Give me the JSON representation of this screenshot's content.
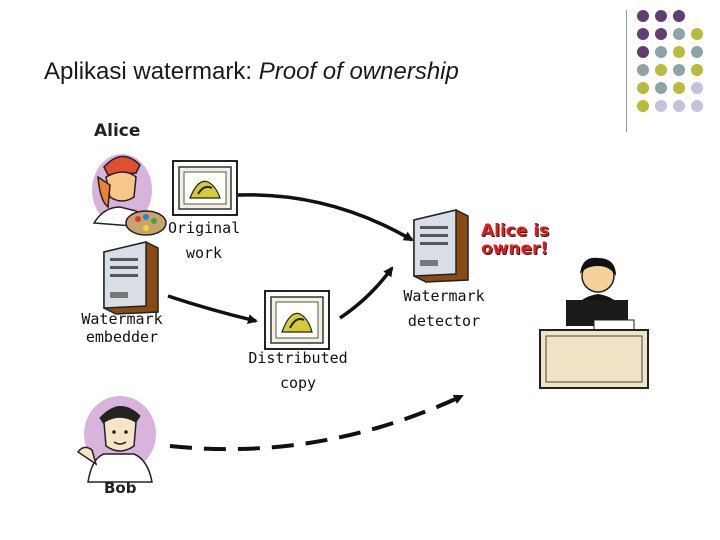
{
  "slide": {
    "title_plain": "Aplikasi watermark: ",
    "title_italic": "Proof of ownership"
  },
  "people": {
    "alice": "Alice",
    "bob": "Bob"
  },
  "labels": {
    "original_work": [
      "Original",
      "work"
    ],
    "watermark_embedder": [
      "Watermark",
      "embedder"
    ],
    "watermark_detector": [
      "Watermark",
      "detector"
    ],
    "distributed_copy": [
      "Distributed",
      "copy"
    ],
    "alice_is_owner": [
      "Alice is",
      "owner!"
    ]
  },
  "colors": {
    "purple": "#5f3f6d",
    "olive": "#b9bb3a",
    "teal_gray": "#8da3a9",
    "lavender": "#c9c1dc",
    "arrow": "#111111",
    "owner_text": "#e41b1b"
  },
  "icons": {
    "alice": "painter-artist-icon",
    "bob": "boy-clipart-icon",
    "judge": "woman-at-desk-icon",
    "server": "server-tower-icon",
    "picture": "framed-picture-icon"
  }
}
